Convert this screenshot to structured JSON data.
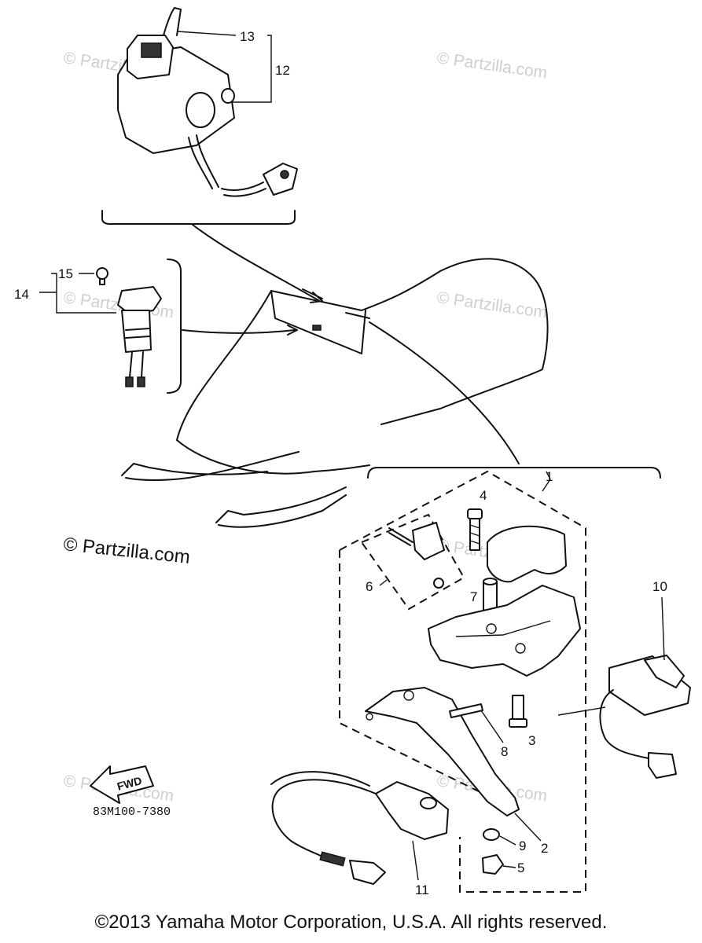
{
  "callouts": {
    "c1": "1",
    "c2": "2",
    "c3": "3",
    "c4": "4",
    "c5": "5",
    "c6": "6",
    "c7": "7",
    "c8": "8",
    "c9": "9",
    "c10": "10",
    "c11": "11",
    "c12": "12",
    "c13": "13",
    "c14": "14",
    "c15": "15"
  },
  "arrow_label": "FWD",
  "diagram_code": "83M100-7380",
  "watermark": "© Partzilla.com",
  "footer": {
    "copyright": "©2013  Yamaha Motor Corporation, U.S.A. All rights reserved."
  }
}
